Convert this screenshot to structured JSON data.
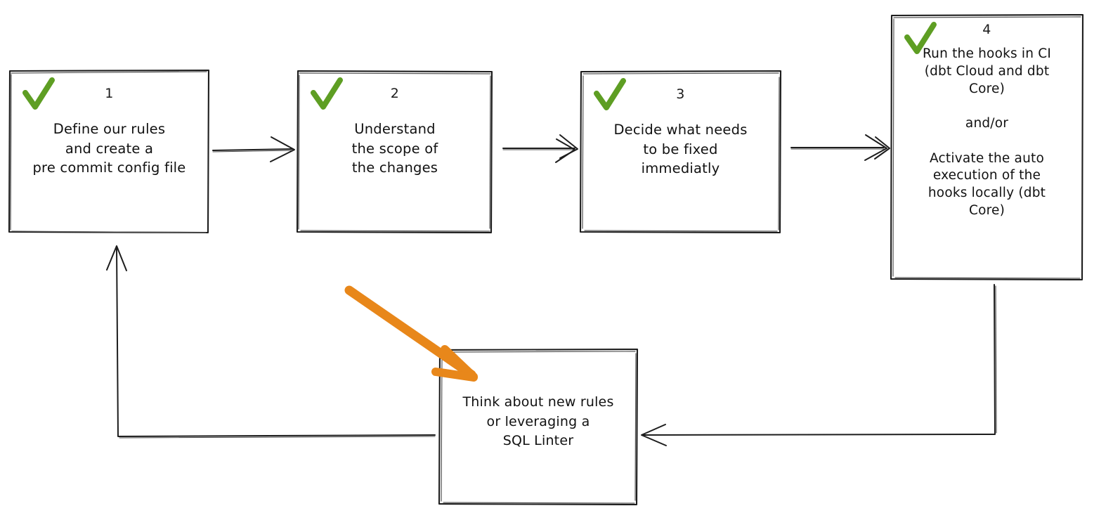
{
  "diagram": {
    "title": "Pre-commit hooks adoption flow",
    "background_color": "#ffffff",
    "stroke_color": "#1a1a1a",
    "check_color": "#5e9e23",
    "highlight_color": "#e8871a"
  },
  "nodes": [
    {
      "id": "node-1",
      "number": "1",
      "check": true,
      "text": "Define our rules\nand create a\npre commit config file"
    },
    {
      "id": "node-2",
      "number": "2",
      "check": true,
      "text": "Understand\nthe scope of\nthe changes"
    },
    {
      "id": "node-3",
      "number": "3",
      "check": true,
      "text": "Decide what needs\nto be fixed\nimmediatly"
    },
    {
      "id": "node-4",
      "number": "4",
      "check": true,
      "text": "Run the hooks in CI\n(dbt Cloud and dbt\nCore)\n\nand/or\n\nActivate the auto\nexecution of the\nhooks locally (dbt\nCore)"
    },
    {
      "id": "node-5",
      "number": "",
      "check": false,
      "text": "Think about new rules\nor leveraging a\nSQL Linter"
    }
  ],
  "connectors": [
    {
      "id": "arrow-1-to-2",
      "from": "node-1",
      "to": "node-2",
      "kind": "straight-right"
    },
    {
      "id": "arrow-2-to-3",
      "from": "node-2",
      "to": "node-3",
      "kind": "straight-right"
    },
    {
      "id": "arrow-3-to-4",
      "from": "node-3",
      "to": "node-4",
      "kind": "straight-right"
    },
    {
      "id": "arrow-4-to-5",
      "from": "node-4",
      "to": "node-5",
      "kind": "elbow-down-left"
    },
    {
      "id": "arrow-5-to-1",
      "from": "node-5",
      "to": "node-1",
      "kind": "elbow-left-up"
    }
  ],
  "annotations": [
    {
      "id": "orange-highlight-arrow",
      "kind": "freehand-arrow",
      "color": "#e8871a",
      "points_at": "node-5"
    }
  ]
}
